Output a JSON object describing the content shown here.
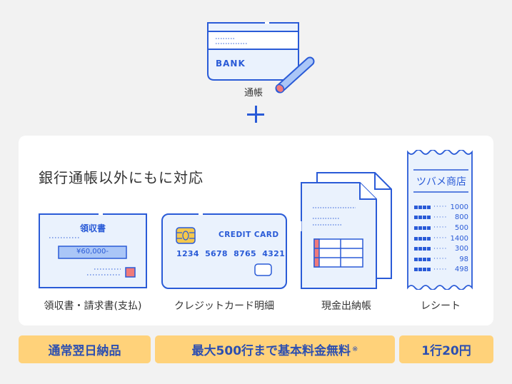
{
  "passbook": {
    "bank_label": "BANK",
    "caption": "通帳"
  },
  "main": {
    "heading": "銀行通帳以外にもに対応",
    "receipt_doc": {
      "title": "領収書",
      "amount": "¥60,000-",
      "caption": "領収書・請求書(支払)"
    },
    "credit_card": {
      "label": "CREDIT CARD",
      "number": "1234  5678  8765  4321",
      "caption": "クレジットカード明細"
    },
    "cash_book": {
      "caption": "現金出納帳"
    },
    "store_receipt": {
      "shop_name": "ツバメ商店",
      "items": [
        "1000",
        "800",
        "500",
        "1400",
        "300",
        "98",
        "498"
      ],
      "caption": "レシート"
    }
  },
  "badges": [
    {
      "label": "通常翌日納品"
    },
    {
      "label": "最大500行まで基本料金無料",
      "note": "※"
    },
    {
      "label": "1行20円"
    }
  ],
  "colors": {
    "accent": "#2a5bd7",
    "fill": "#eaf2fd",
    "badge": "#ffd27a",
    "red": "#f07a7a"
  }
}
